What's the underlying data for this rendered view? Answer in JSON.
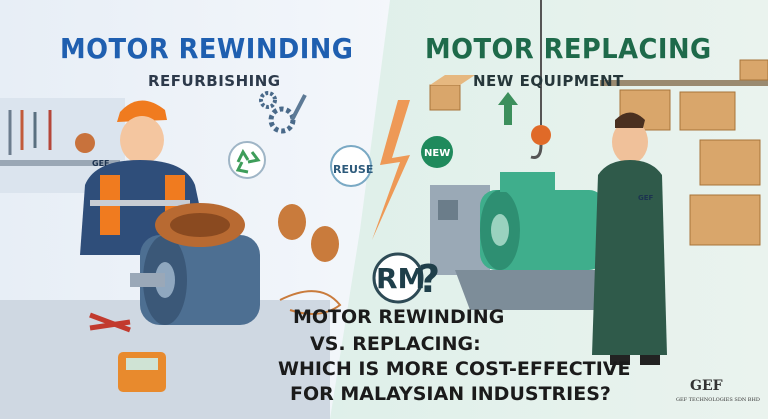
{
  "left_panel": {
    "title": "MOTOR REWINDING",
    "subtitle": "REFURBISHING",
    "badge_text": "REUSE",
    "vest_logo": "GEF",
    "icons": [
      "wrench-icon",
      "gear-icon",
      "recycle-icon",
      "copper-spool-icon",
      "multimeter-icon",
      "pliers-icon"
    ]
  },
  "right_panel": {
    "title": "MOTOR REPLACING",
    "subtitle": "NEW EQUIPMENT",
    "badge_text": "NEW",
    "vest_logo": "GEF",
    "icons": [
      "box-icon",
      "up-arrow-icon",
      "crane-hook-icon",
      "motor-icon"
    ]
  },
  "center": {
    "currency_text": "RM",
    "question_mark": "?",
    "headline_line1": "MOTOR REWINDING",
    "headline_line2": "VS. REPLACING:",
    "headline_line3": "WHICH IS MORE COST-EFFECTIVE",
    "headline_line4": "FOR MALAYSIAN INDUSTRIES?"
  },
  "logo": {
    "mark": "GEF",
    "company": "GEF TECHNOLOGIES SDN BHD"
  },
  "colors": {
    "left_title": "#1f5fb0",
    "right_title": "#1e6a4a",
    "divider_spark": "#f08a3c",
    "motor_green": "#3fae8c",
    "motor_blue": "#4d6f92"
  }
}
